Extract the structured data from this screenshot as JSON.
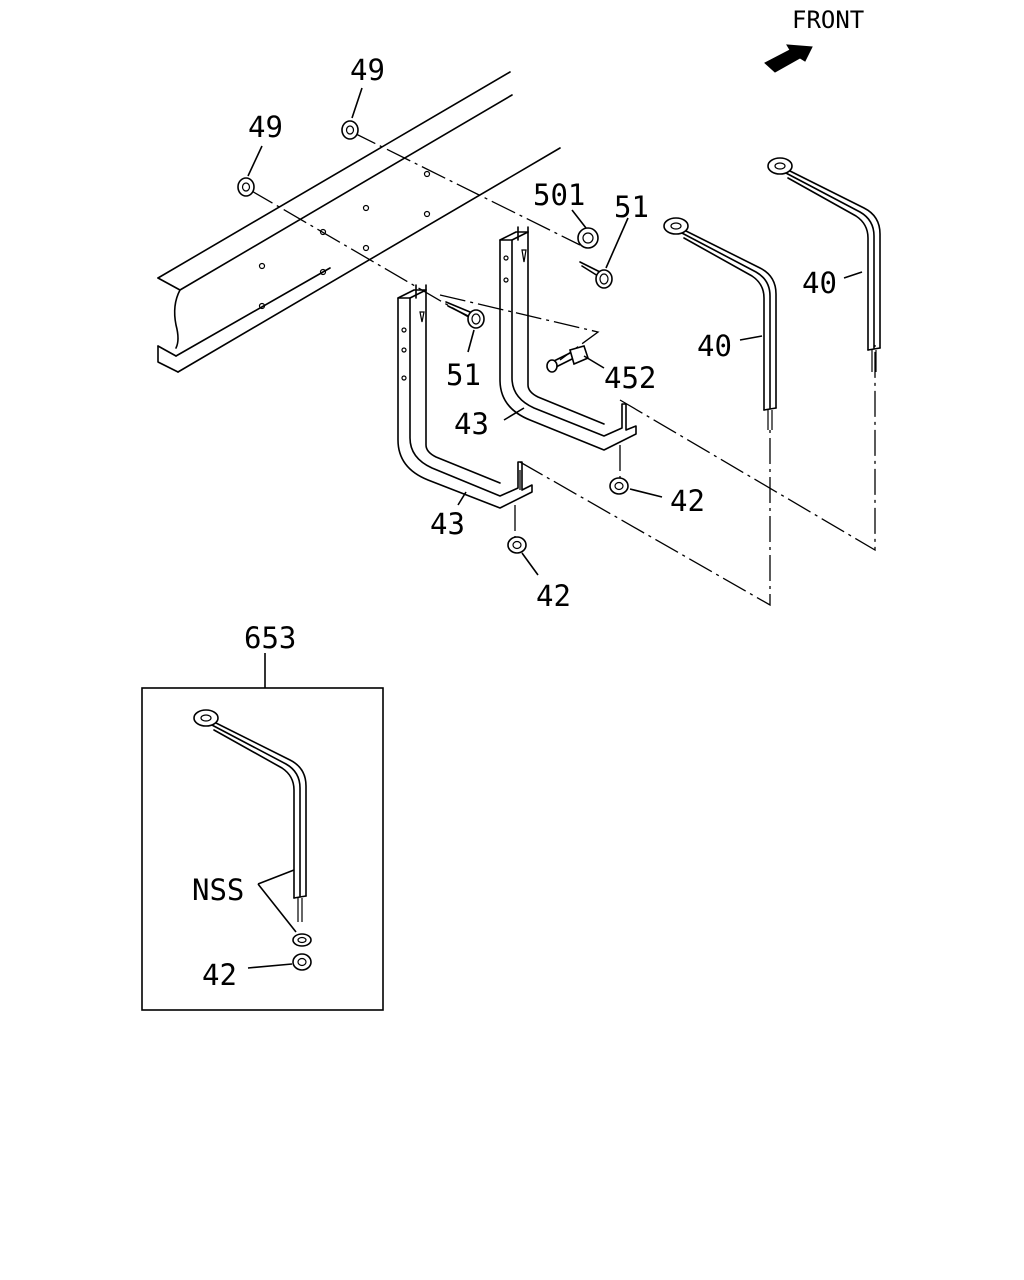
{
  "diagram": {
    "front_label": "FRONT",
    "callouts": {
      "c49a": "49",
      "c49b": "49",
      "c501": "501",
      "c51a": "51",
      "c51b": "51",
      "c452": "452",
      "c43a": "43",
      "c43b": "43",
      "c42a": "42",
      "c42b": "42",
      "c40a": "40",
      "c40b": "40",
      "c653": "653",
      "cnss": "NSS",
      "c42c": "42"
    }
  }
}
